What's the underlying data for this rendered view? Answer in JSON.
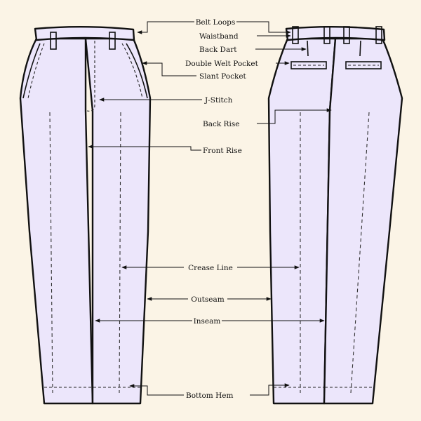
{
  "labels": {
    "belt_loops": "Belt Loops",
    "waistband": "Waistband",
    "back_dart": "Back Dart",
    "double_welt_pocket": "Double Welt Pocket",
    "slant_pocket": "Slant Pocket",
    "j_stitch": "J-Stitch",
    "back_rise": "Back Rise",
    "front_rise": "Front Rise",
    "crease_line": "Crease Line",
    "outseam": "Outseam",
    "inseam": "Inseam",
    "bottom_hem": "Bottom Hem"
  },
  "colors": {
    "background": "#fbf4e6",
    "fabric": "#ece6fb",
    "outline": "#111111"
  }
}
